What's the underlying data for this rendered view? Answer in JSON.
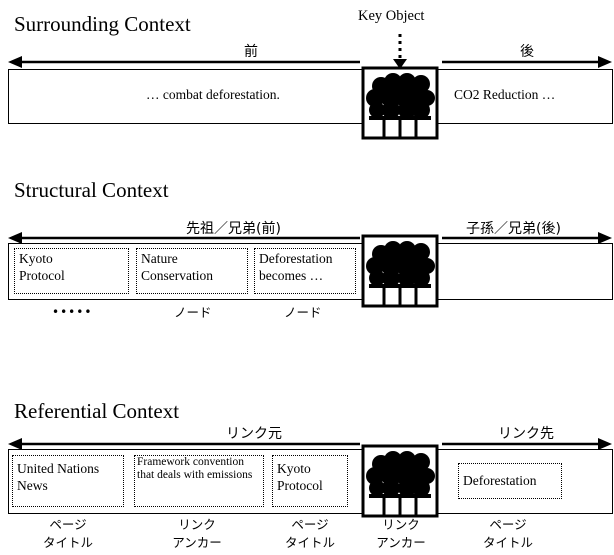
{
  "key_object": {
    "label": "Key Object",
    "icon": "forest-icon"
  },
  "surrounding": {
    "title": "Surrounding Context",
    "before_label": "前",
    "after_label": "後",
    "left_text": "… combat deforestation.",
    "right_text": "CO2 Reduction …"
  },
  "structural": {
    "title": "Structural Context",
    "before_label": "先祖／兄弟(前)",
    "after_label": "子孫／兄弟(後)",
    "boxes": [
      {
        "line1": "Kyoto",
        "line2": "Protocol"
      },
      {
        "line1": "Nature",
        "line2": "Conservation"
      },
      {
        "line1": "Deforestation",
        "line2": "becomes …"
      }
    ],
    "captions": [
      "•••••",
      "ノード",
      "ノード"
    ]
  },
  "referential": {
    "title": "Referential Context",
    "before_label": "リンク元",
    "after_label": "リンク先",
    "boxes": [
      {
        "line1": "United Nations",
        "line2": "News"
      },
      {
        "text": "Framework convention that deals with emissions"
      },
      {
        "line1": "Kyoto",
        "line2": "Protocol"
      },
      {
        "text": "Deforestation"
      }
    ],
    "captions": [
      {
        "line1": "ページ",
        "line2": "タイトル"
      },
      {
        "line1": "リンク",
        "line2": "アンカー"
      },
      {
        "line1": "ページ",
        "line2": "タイトル"
      },
      {
        "line1": "リンク",
        "line2": "アンカー"
      },
      {
        "line1": "ページ",
        "line2": "タイトル"
      }
    ]
  }
}
